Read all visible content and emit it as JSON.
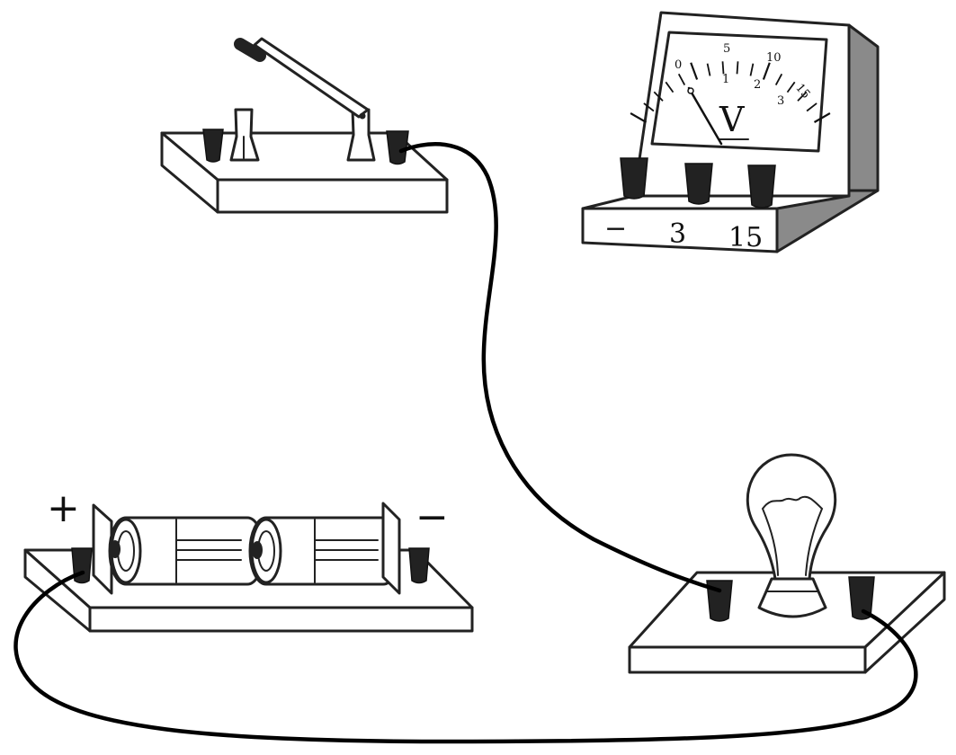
{
  "battery": {
    "plus_label": "+",
    "minus_label": "−"
  },
  "voltmeter": {
    "unit_symbol": "V",
    "scale_upper": [
      "0",
      "5",
      "10",
      "15"
    ],
    "scale_lower": [
      "1",
      "2",
      "3"
    ],
    "terminals": [
      "−",
      "3",
      "15"
    ],
    "pointer_value_upper": 0
  },
  "colors": {
    "line": "#222222",
    "post": "#222222",
    "meter_side": "#8a8a8a",
    "background": "#ffffff"
  }
}
